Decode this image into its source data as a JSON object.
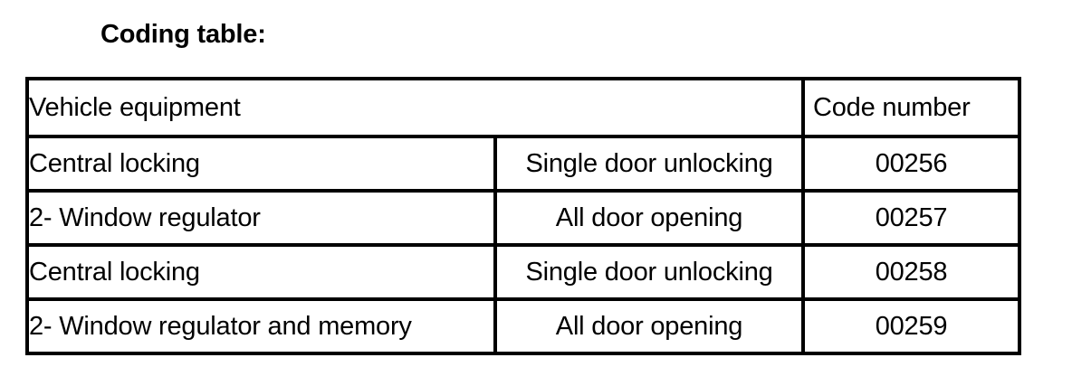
{
  "page": {
    "title": "Coding table:",
    "background_color": "#ffffff",
    "text_color": "#000000",
    "border_color": "#000000"
  },
  "table": {
    "headers": {
      "equipment": "Vehicle equipment",
      "code": "Code number"
    },
    "rows": [
      {
        "equipment": "Central locking",
        "function": "Single door unlocking",
        "code": "00256"
      },
      {
        "equipment": "2- Window regulator",
        "function": "All door opening",
        "code": "00257"
      },
      {
        "equipment": "Central locking",
        "function": "Single door unlocking",
        "code": "00258"
      },
      {
        "equipment": "2- Window regulator and memory",
        "function": "All door opening",
        "code": "00259"
      }
    ]
  }
}
